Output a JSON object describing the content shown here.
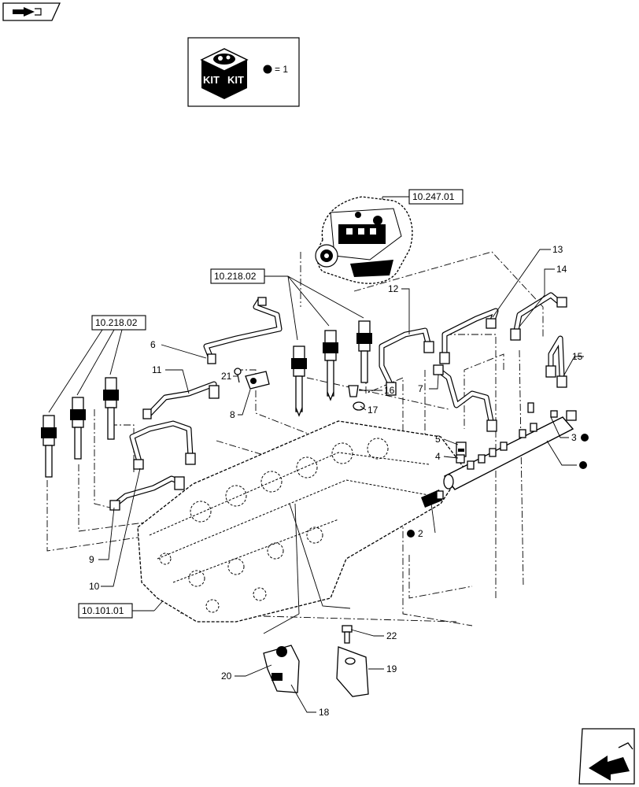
{
  "kit_box": {
    "kit_word_1": "KIT",
    "kit_word_2": "KIT",
    "quantity_text": "= 1"
  },
  "references": {
    "pump": "10.247.01",
    "injectors_right": "10.218.02",
    "injectors_left": "10.218.02",
    "cylinder_head": "10.101.01"
  },
  "callouts": [
    {
      "id": "c13",
      "text": "13"
    },
    {
      "id": "c14",
      "text": "14"
    },
    {
      "id": "c12",
      "text": "12"
    },
    {
      "id": "c6",
      "text": "6"
    },
    {
      "id": "c11",
      "text": "11"
    },
    {
      "id": "c21",
      "text": "21"
    },
    {
      "id": "c8",
      "text": "8"
    },
    {
      "id": "c16",
      "text": "16"
    },
    {
      "id": "c17",
      "text": "17"
    },
    {
      "id": "c7",
      "text": "7"
    },
    {
      "id": "c15",
      "text": "15"
    },
    {
      "id": "c3",
      "text": "3"
    },
    {
      "id": "c5",
      "text": "5"
    },
    {
      "id": "c4",
      "text": "4"
    },
    {
      "id": "c2",
      "text": "2"
    },
    {
      "id": "c9",
      "text": "9"
    },
    {
      "id": "c10",
      "text": "10"
    },
    {
      "id": "c22",
      "text": "22"
    },
    {
      "id": "c19",
      "text": "19"
    },
    {
      "id": "c20",
      "text": "20"
    },
    {
      "id": "c18",
      "text": "18"
    }
  ]
}
